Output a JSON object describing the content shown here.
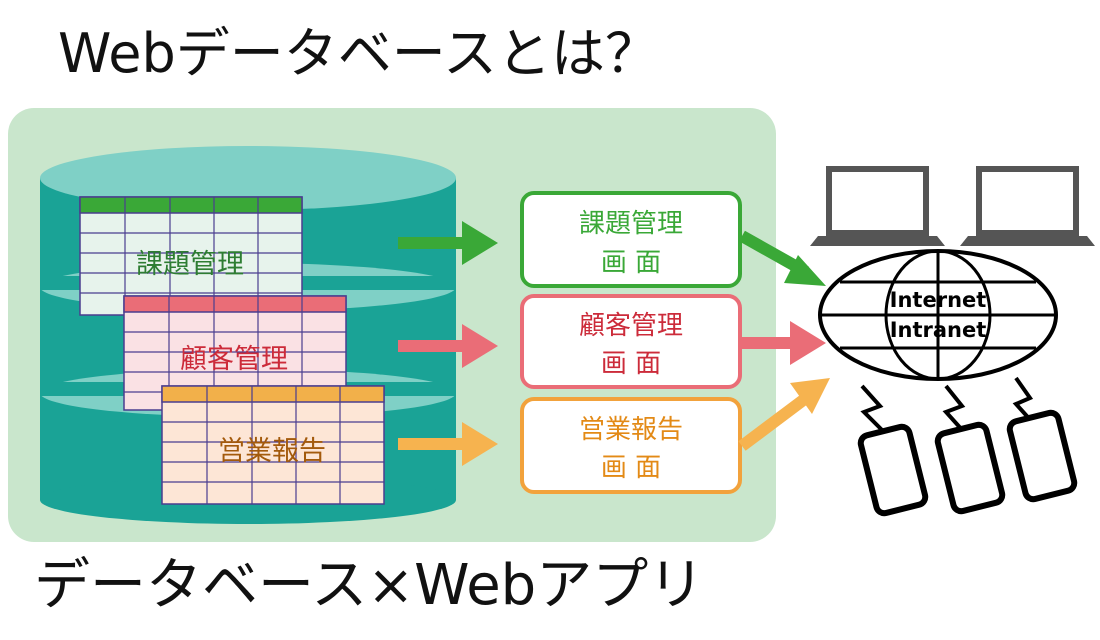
{
  "title": "Webデータベースとは？",
  "subtitle": "データベース×Webアプリ",
  "tables": [
    {
      "label": "課題管理",
      "header_color": "#3aa837",
      "body_color": "#e7f3ec",
      "text_color": "#2e7d32"
    },
    {
      "label": "顧客管理",
      "header_color": "#ea6d77",
      "body_color": "#fae1e4",
      "text_color": "#cc2b3a"
    },
    {
      "label": "営業報告",
      "header_color": "#f2b04a",
      "body_color": "#fde6d6",
      "text_color": "#a35a0c"
    }
  ],
  "screens": [
    {
      "line1": "課題管理",
      "line2": "画 面",
      "color": "#3aa837"
    },
    {
      "line1": "顧客管理",
      "line2": "画 面",
      "color": "#ea6d77"
    },
    {
      "line1": "営業報告",
      "line2": "画 面",
      "color": "#f2a23c"
    }
  ],
  "network": {
    "line1": "Internet",
    "line2": "Intranet"
  },
  "colors": {
    "panel": "#c9e6cc",
    "cylinder_body": "#1aa396",
    "cylinder_top": "#7fd0c6",
    "table_grid": "#4a3d8f"
  },
  "icons": [
    "database-icon",
    "laptop-icon",
    "globe-icon",
    "smartphone-icon",
    "lightning-icon"
  ]
}
